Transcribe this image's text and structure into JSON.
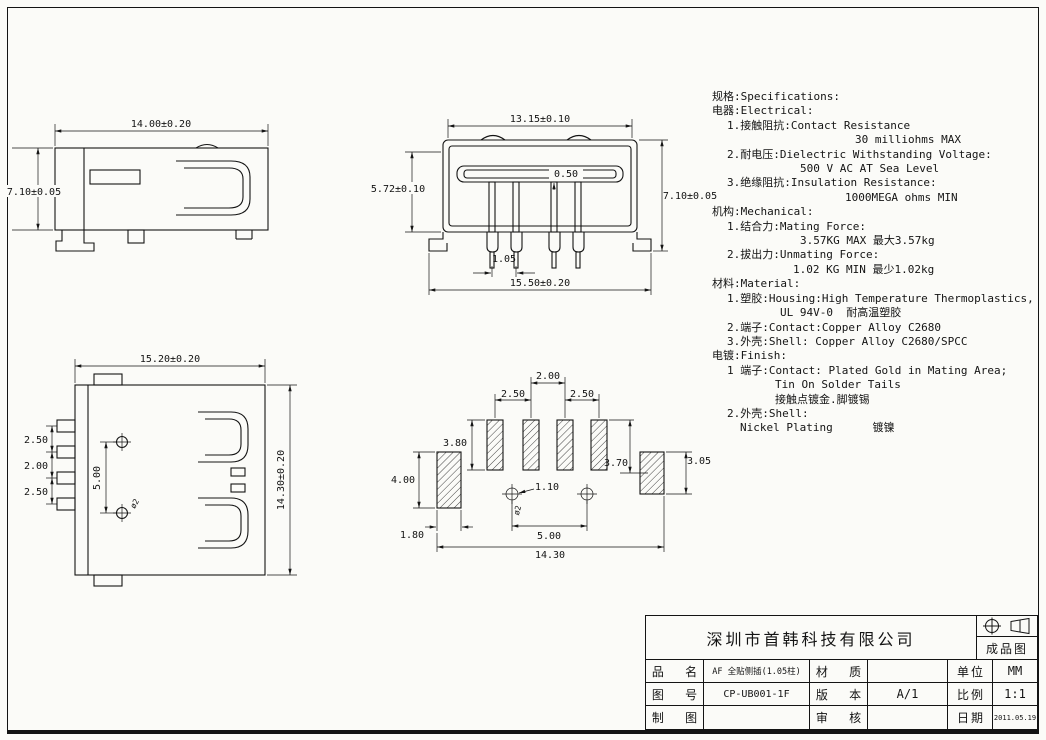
{
  "meta": {
    "page_bg": "#fbfbf8",
    "line_color": "#141414"
  },
  "specs": {
    "lines": [
      "规格:Specifications:",
      "电器:Electrical:",
      "1.接触阻抗:Contact Resistance",
      "30 milliohms MAX",
      "2.耐电压:Dielectric Withstanding Voltage:",
      "500 V AC AT Sea Level",
      "3.绝缘阻抗:Insulation Resistance:",
      "1000MEGA ohms MIN",
      "机构:Mechanical:",
      "1.结合力:Mating Force:",
      "3.57KG MAX 最大3.57kg",
      "2.拔出力:Unmating Force:",
      "1.02 KG MIN 最少1.02kg",
      "材料:Material:",
      "1.塑胶:Housing:High Temperature Thermoplastics,",
      "UL 94V-0  耐高温塑胶",
      "2.端子:Contact:Copper Alloy C2680",
      "3.外壳:Shell: Copper Alloy C2680/SPCC",
      "电镀:Finish:",
      "1 端子:Contact: Plated Gold in Mating Area;",
      "Tin On Solder Tails",
      "接触点镀金.脚镀锡",
      "2.外壳:Shell:",
      "Nickel Plating      镀镍"
    ]
  },
  "dims": {
    "side": {
      "w": "14.00±0.20",
      "h": "7.10±0.05"
    },
    "front": {
      "w_top": "13.15±0.10",
      "h_left": "5.72±0.10",
      "h_right": "7.10±0.05",
      "slot": "0.50",
      "pitch": "1.05",
      "w_bottom": "15.50±0.20"
    },
    "top": {
      "w": "15.20±0.20",
      "h": "14.30±0.20",
      "p1": "2.50",
      "p2": "2.00",
      "p3": "2.50",
      "hole_pitch": "5.00",
      "hole_d": "ø2"
    },
    "foot": {
      "pitch_mid": "2.00",
      "pitch_left": "2.50",
      "pitch_right": "2.50",
      "pad_h": "3.80",
      "gap_right": "3.70",
      "pad_right_h": "3.05",
      "pad_left_h": "4.00",
      "pad_left_w": "1.80",
      "hole_ref": "1.10",
      "hole_pitch": "5.00",
      "total_w": "14.30",
      "hole_d": "ø2"
    }
  },
  "title_block": {
    "company": "深圳市首韩科技有限公司",
    "drawing_type": "成品图",
    "rows": [
      {
        "l1": "品 名",
        "v1": "AF 全贴侧插(1.05柱)",
        "l2": "材 质",
        "v2": "",
        "l3": "单位",
        "v3": "MM"
      },
      {
        "l1": "图 号",
        "v1": "CP-UB001-1F",
        "l2": "版 本",
        "v2": "A/1",
        "l3": "比例",
        "v3": "1:1"
      },
      {
        "l1": "制 图",
        "v1": "",
        "l2": "审 核",
        "v2": "",
        "l3": "日期",
        "v3": "2011.05.19"
      }
    ]
  }
}
